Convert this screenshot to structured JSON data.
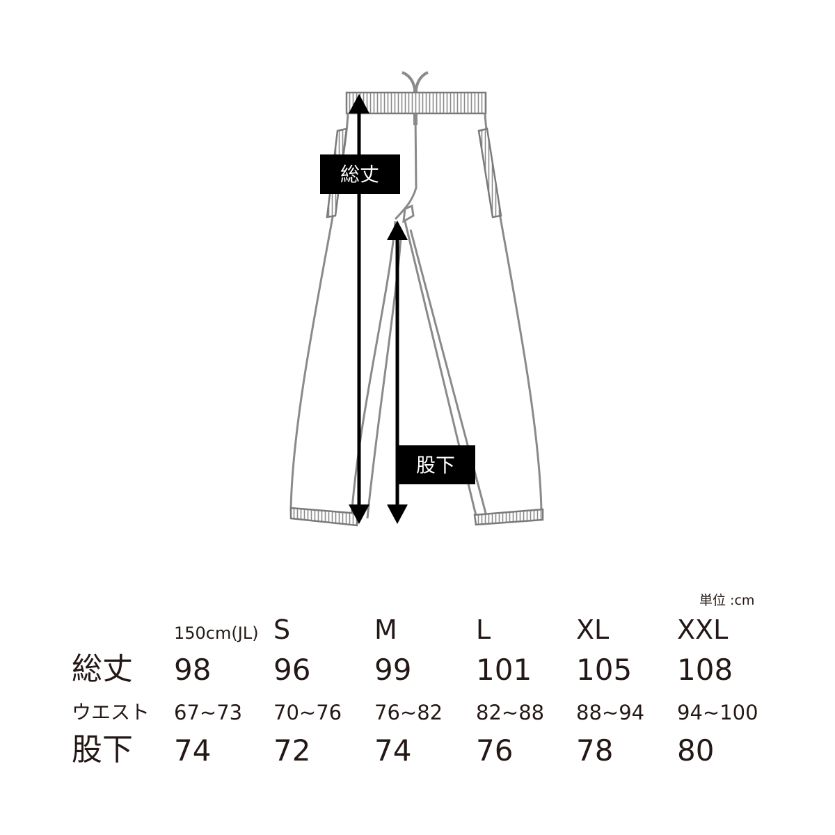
{
  "diagram": {
    "total_length_label": "総丈",
    "inseam_label": "股下"
  },
  "table": {
    "unit": "単位 :cm",
    "sizes": [
      "150cm(JL)",
      "S",
      "M",
      "L",
      "XL",
      "XXL"
    ],
    "rows": [
      {
        "label": "総丈",
        "values": [
          "98",
          "96",
          "99",
          "101",
          "105",
          "108"
        ]
      },
      {
        "label": "ウエスト",
        "values": [
          "67~73",
          "70~76",
          "76~82",
          "82~88",
          "88~94",
          "94~100"
        ]
      },
      {
        "label": "股下",
        "values": [
          "74",
          "72",
          "74",
          "76",
          "78",
          "80"
        ]
      }
    ]
  }
}
